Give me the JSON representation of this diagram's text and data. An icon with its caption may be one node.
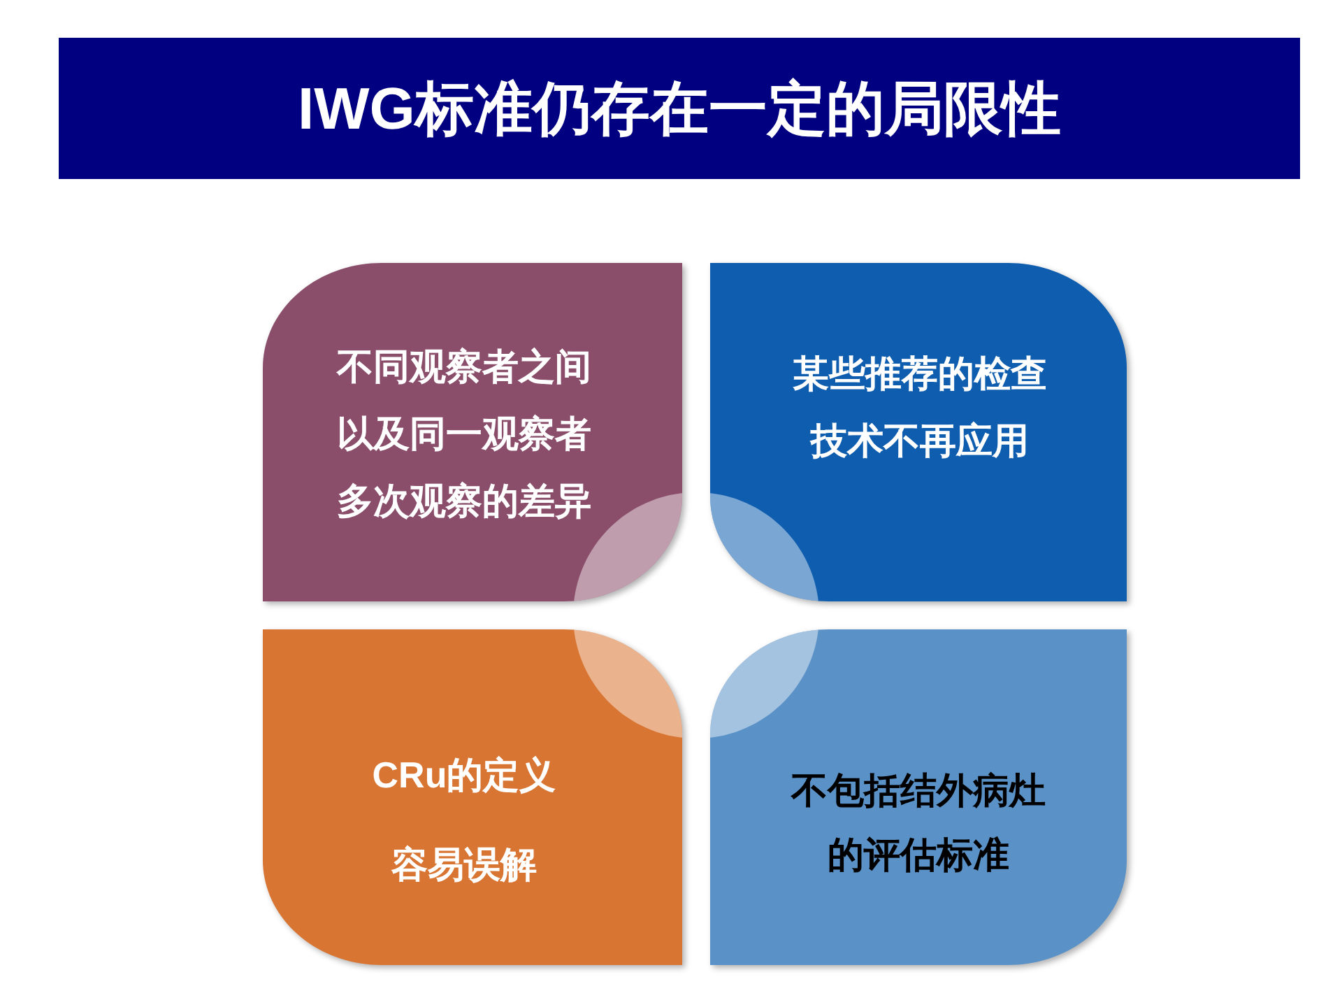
{
  "diagram": {
    "title": "IWG标准仍存在一定的局限性",
    "nodes": [
      {
        "text": [
          "不同观察者之间以及同一观察者多次观察的差异"
        ]
      },
      {
        "text": [
          "某些推荐的检查技术不再应用"
        ]
      },
      {
        "text": [
          "CRu的定义容易误解"
        ]
      },
      {
        "text": [
          "不包括结外病灶的评估标准"
        ]
      }
    ]
  }
}
